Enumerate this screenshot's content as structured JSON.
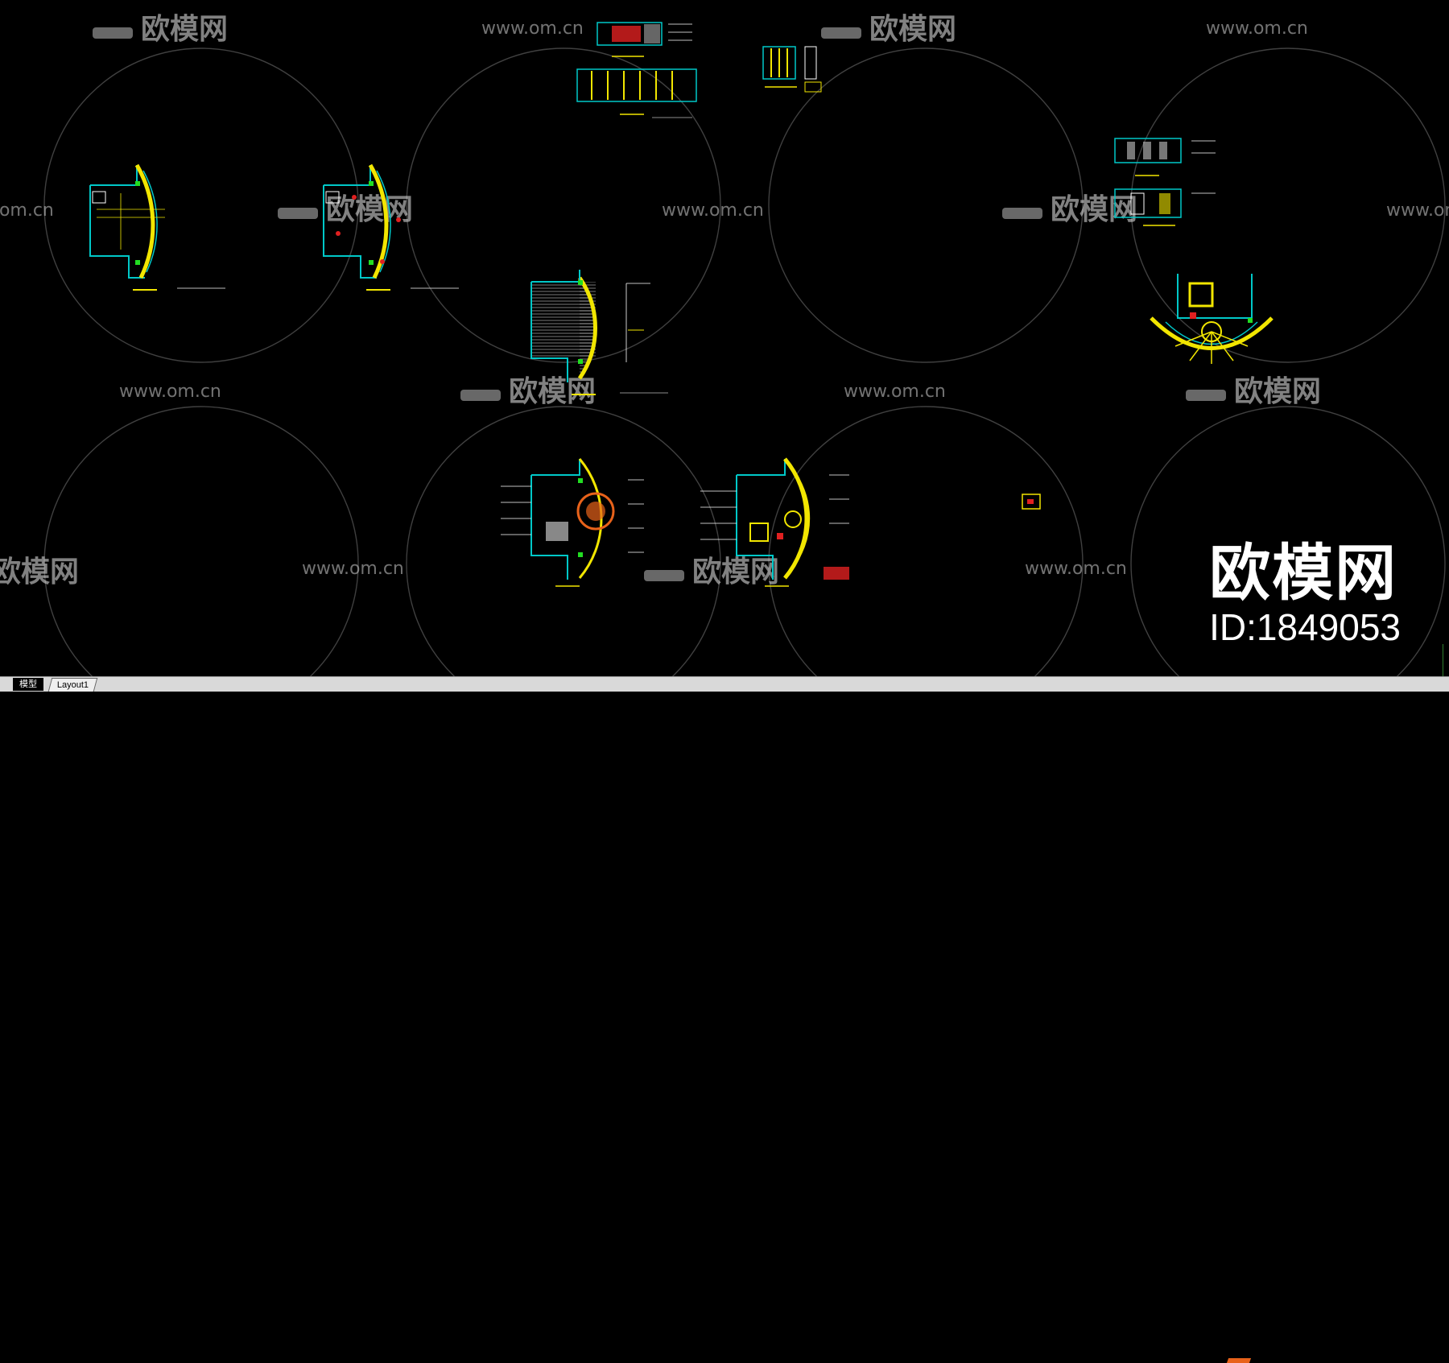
{
  "watermark": {
    "logo_text": "欧模网",
    "url_text": "www.om.cn"
  },
  "brand": {
    "name": "欧模网",
    "id_label": "ID:1849053"
  },
  "tabs": [
    {
      "label": "模型"
    },
    {
      "label": "Layout1"
    }
  ],
  "colors": {
    "background": "#000000",
    "wall_cyan": "#00c8c8",
    "line_yellow": "#f2e600",
    "accent_green": "#22dd22",
    "accent_red": "#e02020",
    "tabbar": "#d9d9d9"
  }
}
